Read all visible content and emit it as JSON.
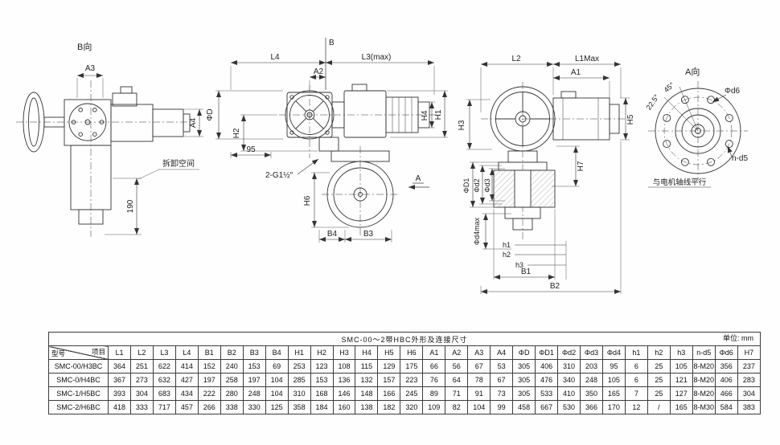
{
  "table": {
    "title": "SMC-00～2带HBC外形及连接尺寸",
    "unit_label": "单位: mm",
    "corner_top": "项目",
    "corner_bottom": "型号",
    "columns": [
      "L1",
      "L2",
      "L3",
      "L4",
      "B1",
      "B2",
      "B3",
      "B4",
      "H1",
      "H2",
      "H3",
      "H4",
      "H5",
      "H6",
      "A1",
      "A2",
      "A3",
      "A4",
      "ΦD",
      "ΦD1",
      "Φd2",
      "Φd3",
      "Φd4",
      "h1",
      "h2",
      "h3",
      "n-d5",
      "Φd6",
      "H7"
    ],
    "rows": [
      {
        "model": "SMC-00/H3BC",
        "values": [
          "364",
          "251",
          "622",
          "414",
          "152",
          "240",
          "153",
          "69",
          "253",
          "123",
          "108",
          "115",
          "129",
          "175",
          "66",
          "56",
          "67",
          "53",
          "305",
          "406",
          "310",
          "203",
          "95",
          "6",
          "25",
          "105",
          "8-M20",
          "356",
          "237"
        ]
      },
      {
        "model": "SMC-0/H4BC",
        "values": [
          "367",
          "273",
          "632",
          "427",
          "197",
          "258",
          "197",
          "104",
          "285",
          "153",
          "136",
          "132",
          "157",
          "223",
          "76",
          "64",
          "78",
          "67",
          "305",
          "476",
          "340",
          "248",
          "105",
          "6",
          "25",
          "121",
          "8-M20",
          "406",
          "283"
        ]
      },
      {
        "model": "SMC-1/H5BC",
        "values": [
          "393",
          "304",
          "683",
          "434",
          "222",
          "280",
          "248",
          "104",
          "310",
          "168",
          "146",
          "148",
          "166",
          "245",
          "89",
          "71",
          "91",
          "73",
          "305",
          "533",
          "410",
          "350",
          "165",
          "7",
          "25",
          "127",
          "8-M20",
          "466",
          "304"
        ]
      },
      {
        "model": "SMC-2/H6BC",
        "values": [
          "418",
          "333",
          "717",
          "457",
          "266",
          "338",
          "330",
          "125",
          "358",
          "184",
          "160",
          "138",
          "182",
          "320",
          "109",
          "82",
          "104",
          "99",
          "458",
          "667",
          "530",
          "366",
          "170",
          "12",
          "/",
          "165",
          "8-M30",
          "584",
          "383"
        ]
      }
    ]
  },
  "drawing": {
    "left_view": {
      "view_label": "B向",
      "a3": "A3",
      "a4": "A4",
      "disassembly_note": "拆卸空间",
      "dim_190": "190"
    },
    "front_view": {
      "section_b": "B",
      "l4": "L4",
      "l3max": "L3(max)",
      "a2": "A2",
      "phi_d": "ΦD",
      "h2": "H2",
      "dim_95": "95",
      "thread_note": "2-G1½″",
      "h6": "H6",
      "b4": "B4",
      "b3": "B3",
      "h4": "H4",
      "h1": "H1",
      "section_a": "A"
    },
    "side_view": {
      "l2": "L2",
      "l1max": "L1Max",
      "a1": "A1",
      "h3": "H3",
      "h5": "H5",
      "h7": "H7",
      "phi_d1": "ΦD1",
      "phi_d2": "Φd2",
      "phi_d3": "Φd3",
      "phi_d4max": "Φd4max",
      "h1_small": "h1",
      "h2_small": "h2",
      "h3_small": "h3",
      "b1": "B1",
      "b2": "B2"
    },
    "flange_view": {
      "view_label": "A向",
      "phi_d6": "Φd6",
      "n_d5": "n-d5",
      "angle_225": "22.5°",
      "angle_45": "45°",
      "note": "与电机轴线平行"
    }
  }
}
